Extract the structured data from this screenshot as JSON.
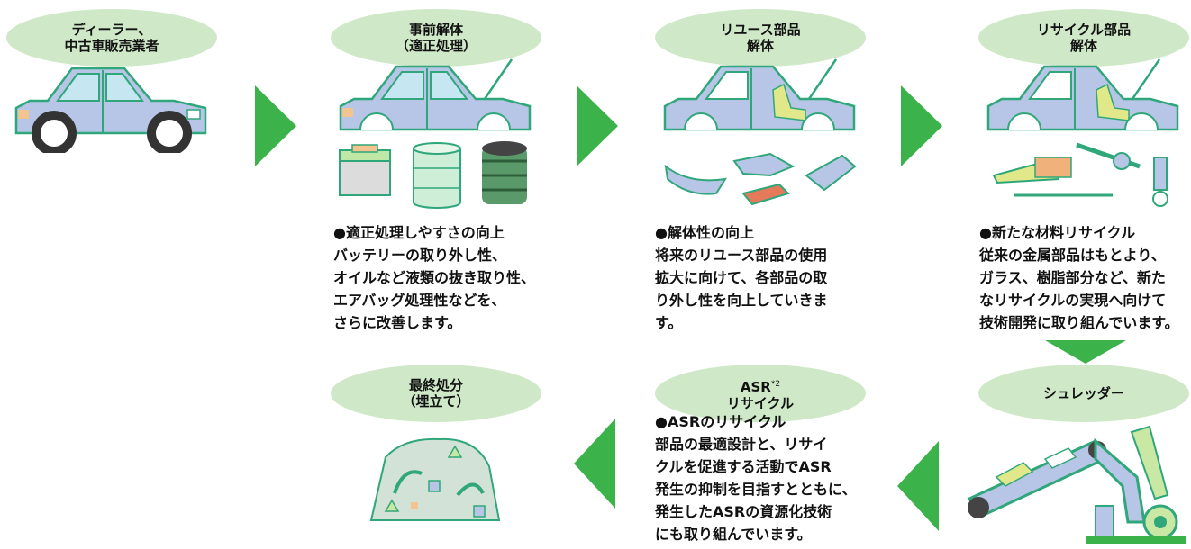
{
  "colors": {
    "pill_fill": "#cfe9c8",
    "arrow_green": "#3cb34a",
    "car_body": "#b7c6e6",
    "car_outline": "#2fa77a",
    "window": "#c6e6f2"
  },
  "stages": [
    {
      "title": "ディーラー、\n中古車販売業者",
      "lines": []
    },
    {
      "title": "事前解体\n（適正処理）",
      "lines": [
        "●適正処理しやすさの向上",
        "バッテリーの取り外し性、",
        "オイルなど液類の抜き取り性、",
        "エアバッグ処理性などを、",
        "さらに改善します。"
      ]
    },
    {
      "title": "リユース部品\n解体",
      "lines": [
        "●解体性の向上",
        "将来のリユース部品の使用",
        "拡大に向けて、各部品の取",
        "り外し性を向上していきま",
        "す。"
      ]
    },
    {
      "title": "リサイクル部品\n解体",
      "lines": [
        "●新たな材料リサイクル",
        "従来の金属部品はもとより、",
        "ガラス、樹脂部分など、新た",
        "なリサイクルの実現へ向けて",
        "技術開発に取り組んでいます。"
      ]
    },
    {
      "title": "シュレッダー",
      "lines": []
    },
    {
      "title_main": "ASR",
      "title_sup": "*2",
      "title_sub": "リサイクル",
      "lines": [
        "●ASRのリサイクル",
        "部品の最適設計と、リサイ",
        "クルを促進する活動でASR",
        "発生の抑制を目指すとともに、",
        "発生したASRの資源化技術",
        "にも取り組んでいます。"
      ]
    },
    {
      "title": "最終処分\n（埋立て）",
      "lines": []
    }
  ]
}
